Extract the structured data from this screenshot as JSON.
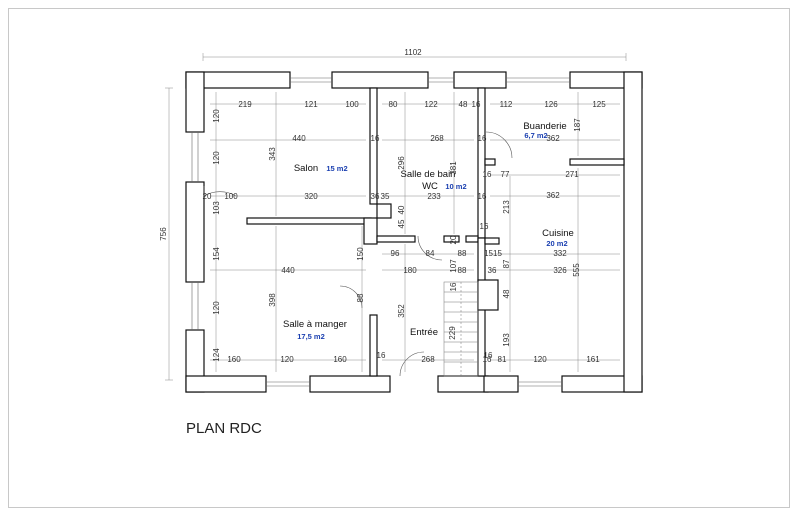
{
  "plan": {
    "title": "PLAN RDC",
    "overall_width": "1102",
    "overall_height": "756",
    "rooms": [
      {
        "id": "salon",
        "name": "Salon",
        "area": "15 m2"
      },
      {
        "id": "sdb",
        "name": "Salle de bain",
        "area": ""
      },
      {
        "id": "wc",
        "name": "WC",
        "area": "10 m2"
      },
      {
        "id": "buanderie",
        "name": "Buanderie",
        "area": "6,7 m2"
      },
      {
        "id": "cuisine",
        "name": "Cuisine",
        "area": "20 m2"
      },
      {
        "id": "sam",
        "name": "Salle à manger",
        "area": "17,5 m2"
      },
      {
        "id": "entree",
        "name": "Entrée",
        "area": ""
      }
    ],
    "dims": {
      "salon_top": [
        "219",
        "121",
        "100"
      ],
      "salon_w": "440",
      "salon_bottom": [
        "20",
        "100",
        "320"
      ],
      "salon_left": [
        "120",
        "120",
        "103"
      ],
      "salon_h": "343",
      "sdb_top": [
        "80",
        "122",
        "48",
        "16"
      ],
      "sdb_w": "268",
      "sdb_side": [
        "16",
        "16"
      ],
      "sdb_h": [
        "296",
        "381"
      ],
      "sdb_bottom": [
        "36",
        "35",
        "233",
        "16"
      ],
      "corr_v": [
        "45",
        "40"
      ],
      "buan_top": [
        "112",
        "126",
        "125"
      ],
      "buan_w": "362",
      "buan_h": "187",
      "buan_mid": [
        "16",
        "77",
        "271"
      ],
      "cuis_w": "362",
      "cuis_h": [
        "213",
        "555"
      ],
      "cuis_mid": [
        "332",
        "326"
      ],
      "cuis_left": [
        "87",
        "48",
        "193"
      ],
      "cuis_bottom": [
        "16",
        "81",
        "120",
        "161"
      ],
      "hall": [
        "96",
        "84",
        "88",
        "1515",
        "180",
        "107",
        "88",
        "36"
      ],
      "hall_v": [
        "20",
        "16",
        "16"
      ],
      "sam_w": "440",
      "sam_left": [
        "154",
        "120",
        "124"
      ],
      "sam_h": [
        "398",
        "150",
        "88"
      ],
      "sam_bottom": [
        "160",
        "120",
        "160"
      ],
      "entree_h": "352",
      "entree_w": "268",
      "entree_side": [
        "16",
        "16"
      ],
      "stair": "229"
    }
  }
}
